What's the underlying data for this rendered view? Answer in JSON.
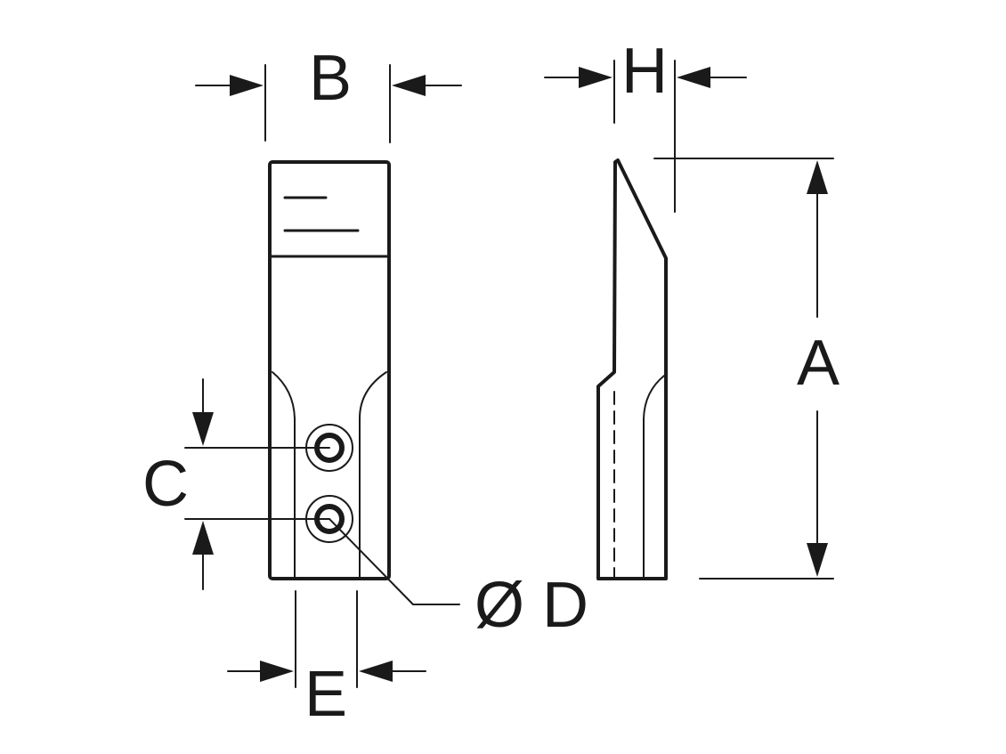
{
  "drawing": {
    "labels": {
      "a": "A",
      "b": "B",
      "c": "C",
      "d": "Ø D",
      "e": "E",
      "h": "H"
    }
  }
}
